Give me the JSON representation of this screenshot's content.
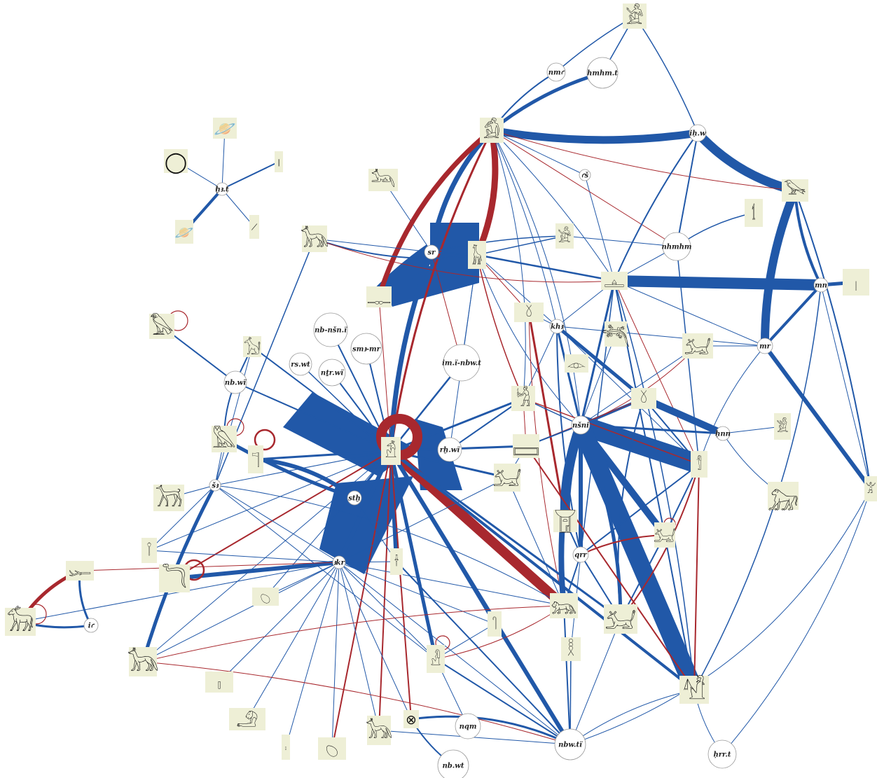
{
  "colors": {
    "background": "#ffffff",
    "edge_blue": "#2158a8",
    "edge_red": "#a8282e",
    "sign_box": "#eeefd6",
    "node_border": "#9a9a9a",
    "label": "#222222"
  },
  "words": [
    {
      "id": "w_nm",
      "label": "nmꜥ"
    },
    {
      "id": "w_hmhm",
      "label": "hmhm.t"
    },
    {
      "id": "w_ihw",
      "label": "iḥ.w"
    },
    {
      "id": "w_as",
      "label": "ꜥš"
    },
    {
      "id": "w_ht",
      "label": "ḫꜣ.t"
    },
    {
      "id": "w_sr",
      "label": "sr"
    },
    {
      "id": "w_nhmhm",
      "label": "nhmhm"
    },
    {
      "id": "w_mn",
      "label": "mn"
    },
    {
      "id": "w_kh",
      "label": "khꜣ"
    },
    {
      "id": "w_mr",
      "label": "mr"
    },
    {
      "id": "w_nbnsn",
      "label": "nb-nšn.ï"
    },
    {
      "id": "w_smamr",
      "label": "smꜣ-mr"
    },
    {
      "id": "w_rswt",
      "label": "rs.wt"
    },
    {
      "id": "w_ntrwi",
      "label": "nṯr.wï"
    },
    {
      "id": "w_imnbwt",
      "label": "im.ï-nbw.t"
    },
    {
      "id": "w_nbwi",
      "label": "nb.wï"
    },
    {
      "id": "w_rhwi",
      "label": "rḫ.wï"
    },
    {
      "id": "w_nsni",
      "label": "nšni"
    },
    {
      "id": "w_hnn",
      "label": "ḥnn"
    },
    {
      "id": "w_sth",
      "label": "stḫ"
    },
    {
      "id": "w_sa",
      "label": "šꜣ"
    },
    {
      "id": "w_akr",
      "label": "ꜣkr"
    },
    {
      "id": "w_qrr",
      "label": "qrr"
    },
    {
      "id": "w_ia",
      "label": "iꜥ"
    },
    {
      "id": "w_nqm",
      "label": "nqm"
    },
    {
      "id": "w_nbwti",
      "label": "nbw.tï"
    },
    {
      "id": "w_nbwt",
      "label": "nb.wt"
    },
    {
      "id": "w_hrrt",
      "label": "ḥrr.t"
    }
  ],
  "signs": [
    {
      "id": "s_man_top",
      "icon": "seated-man-icon"
    },
    {
      "id": "s_man_hand",
      "icon": "man-hand-to-mouth-icon"
    },
    {
      "id": "s_bird",
      "icon": "swallow-bird-icon"
    },
    {
      "id": "s_dog_lying",
      "icon": "lying-dog-icon"
    },
    {
      "id": "s_giraffe",
      "icon": "giraffe-icon"
    },
    {
      "id": "s_man_stand",
      "icon": "standing-man-icon"
    },
    {
      "id": "s_staff",
      "icon": "was-staff-icon"
    },
    {
      "id": "s_stroke_mn",
      "icon": "stroke-sign-icon"
    },
    {
      "id": "s_plinth",
      "icon": "plinth-icon"
    },
    {
      "id": "s_jackal",
      "icon": "jackal-icon"
    },
    {
      "id": "s_tent",
      "icon": "tent-icon"
    },
    {
      "id": "s_bed",
      "icon": "bed-icon"
    },
    {
      "id": "s_falcon",
      "icon": "falcon-icon"
    },
    {
      "id": "s_animal_small",
      "icon": "small-seated-animal-icon"
    },
    {
      "id": "s_lion_bier",
      "icon": "lion-on-bier-icon"
    },
    {
      "id": "s_seth_animal_pedestal",
      "icon": "seth-animal-on-pedestal-icon"
    },
    {
      "id": "s_eye",
      "icon": "eye-icon"
    },
    {
      "id": "s_kneeling",
      "icon": "kneeling-man-icon"
    },
    {
      "id": "s_funerary_bed",
      "icon": "funerary-bed-icon"
    },
    {
      "id": "s_seth_main",
      "icon": "seated-god-icon"
    },
    {
      "id": "s_bar",
      "icon": "flat-bar-icon"
    },
    {
      "id": "s_animal_basket",
      "icon": "animal-on-basket-icon"
    },
    {
      "id": "s_man_staff_right",
      "icon": "man-with-staff-icon"
    },
    {
      "id": "s_baboon",
      "icon": "baboon-icon"
    },
    {
      "id": "s_man_stick",
      "icon": "man-with-stick-icon"
    },
    {
      "id": "s_raise_arms",
      "icon": "man-raising-arms-icon"
    },
    {
      "id": "s_falcon_small",
      "icon": "small-falcon-icon"
    },
    {
      "id": "s_flag",
      "icon": "flag-icon"
    },
    {
      "id": "s_dog_standing",
      "icon": "standing-dog-icon"
    },
    {
      "id": "s_shrine",
      "icon": "shrine-icon"
    },
    {
      "id": "s_animal_mat",
      "icon": "animal-on-mat-icon"
    },
    {
      "id": "s_knife",
      "icon": "knife-icon"
    },
    {
      "id": "s_snake",
      "icon": "snake-icon"
    },
    {
      "id": "s_stick",
      "icon": "stick-icon"
    },
    {
      "id": "s_rim",
      "icon": "rim-icon"
    },
    {
      "id": "s_animal_lying",
      "icon": "recumbent-animal-icon"
    },
    {
      "id": "s_arrow",
      "icon": "arrow-icon"
    },
    {
      "id": "s_animal_comb",
      "icon": "animal-with-comb-icon"
    },
    {
      "id": "s_ass",
      "icon": "donkey-icon"
    },
    {
      "id": "s_pipe",
      "icon": "pipe-icon"
    },
    {
      "id": "s_dog_sit",
      "icon": "sitting-dog-icon"
    },
    {
      "id": "s_seated_woman",
      "icon": "seated-figure-icon"
    },
    {
      "id": "s_spiral",
      "icon": "spiral-icon"
    },
    {
      "id": "s_bar_dots",
      "icon": "bar-with-dots-icon"
    },
    {
      "id": "s_double_lion",
      "icon": "double-lion-icon"
    },
    {
      "id": "s_thin_stroke",
      "icon": "thin-stroke-icon"
    },
    {
      "id": "s_ring_bar",
      "icon": "rings-on-bar-icon"
    },
    {
      "id": "s_jackal2",
      "icon": "seated-jackal-icon"
    },
    {
      "id": "s_cross",
      "icon": "crossed-circle-icon"
    },
    {
      "id": "s_lying_figure",
      "icon": "lying-figure-icon"
    },
    {
      "id": "s_planet1",
      "icon": "ringed-sphere-dots-icon"
    },
    {
      "id": "s_planet2",
      "icon": "oval-dots-icon"
    },
    {
      "id": "s_planet3",
      "icon": "ringed-sphere-icon"
    },
    {
      "id": "s_drop1",
      "icon": "drop-icon"
    },
    {
      "id": "s_drop2",
      "icon": "seed-icon"
    }
  ]
}
